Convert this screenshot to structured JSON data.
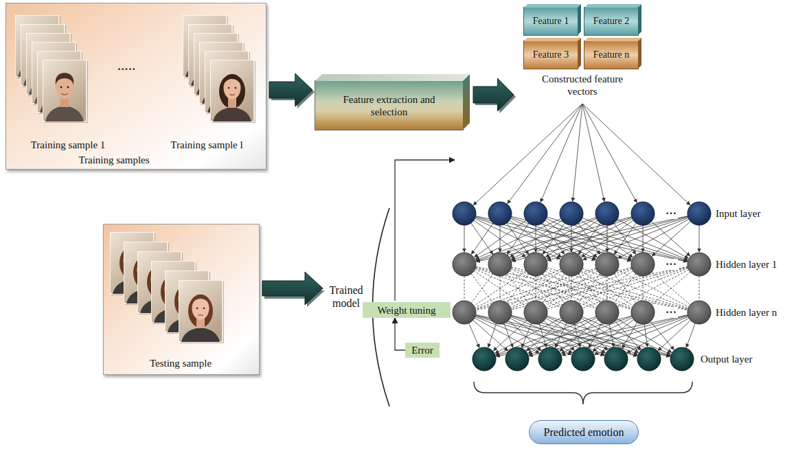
{
  "diagram": {
    "nodes": [
      {
        "text": [
          "Training sample 1",
          "·····",
          "Training sample l",
          "Training samples"
        ]
      },
      {
        "text": [
          "Feature extraction and selection"
        ]
      },
      {
        "text": [
          "Constructed feature vectors"
        ]
      },
      {
        "text": [
          "Feature 1"
        ],
        "in": 2
      },
      {
        "text": [
          "Feature 2"
        ],
        "in": 2
      },
      {
        "text": [
          "Feature 3"
        ],
        "in": 2
      },
      {
        "text": [
          "Feature n"
        ],
        "in": 2
      },
      {
        "text": [
          "Testing sample"
        ]
      },
      {
        "text": [
          "Weight tuning"
        ]
      },
      {
        "text": [
          "Error"
        ]
      },
      {
        "text": [
          "Predicted emotion"
        ]
      }
    ],
    "edges": [
      {
        "from": 0,
        "to": 1,
        "arrow": "to"
      },
      {
        "from": 1,
        "to": 2,
        "arrow": "to"
      },
      {
        "from": 9,
        "to": 8,
        "arrow": "to"
      }
    ],
    "labels": [
      "Trained model",
      "Input layer",
      "···",
      "Hidden layer 1",
      "···",
      "Hidden layer n",
      "···",
      "Output layer"
    ]
  }
}
